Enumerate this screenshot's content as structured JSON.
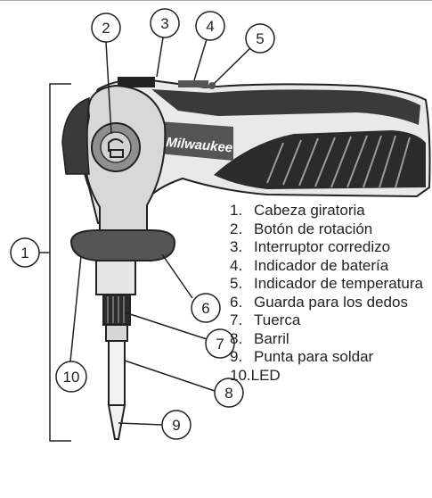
{
  "brand": "Milwaukee",
  "colors": {
    "ink": "#222222",
    "body_mid": "#bdbdbd",
    "body_dark": "#3a3a3a",
    "background": "#ffffff"
  },
  "callouts": [
    "1",
    "2",
    "3",
    "4",
    "5",
    "6",
    "7",
    "8",
    "9",
    "10"
  ],
  "legend": [
    {
      "num": "1.",
      "label": "Cabeza giratoria"
    },
    {
      "num": "2.",
      "label": "Botón de rotación"
    },
    {
      "num": "3.",
      "label": "Interruptor corredizo"
    },
    {
      "num": "4.",
      "label": "Indicador de batería"
    },
    {
      "num": "5.",
      "label": "Indicador de temperatura"
    },
    {
      "num": "6.",
      "label": "Guarda para los dedos"
    },
    {
      "num": "7.",
      "label": "Tuerca"
    },
    {
      "num": "8.",
      "label": "Barril"
    },
    {
      "num": "9.",
      "label": "Punta para soldar"
    },
    {
      "num": "10.",
      "label": "LED"
    }
  ]
}
